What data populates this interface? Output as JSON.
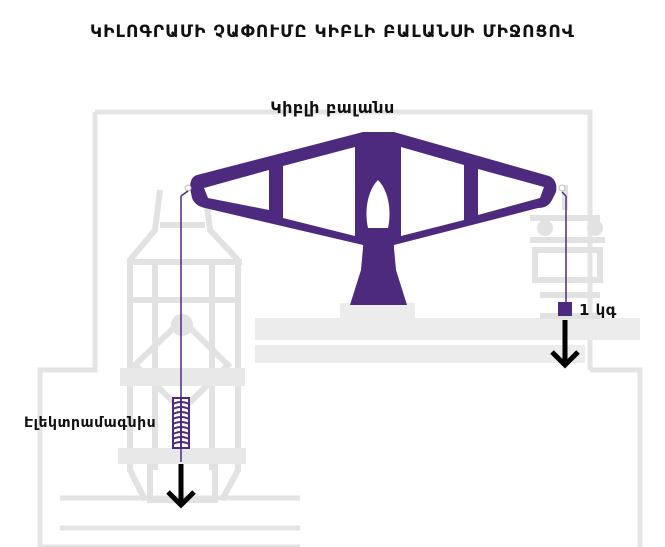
{
  "title": "ԿԻԼՈԳՐԱՄԻ ՉԱՓՈՒՄԸ ԿԻԲԼԻ ԲԱԼԱՆՍԻ ՄԻՋՈՑՈՎ",
  "labels": {
    "kibble_balance": "Կիբլի բալանս",
    "mass": "1 կգ",
    "electromagnet": "Էլեկտրամագնիս"
  },
  "colors": {
    "accent": "#4e2a7e",
    "background_structure": "#e4e4e4",
    "arrow": "#000000"
  }
}
